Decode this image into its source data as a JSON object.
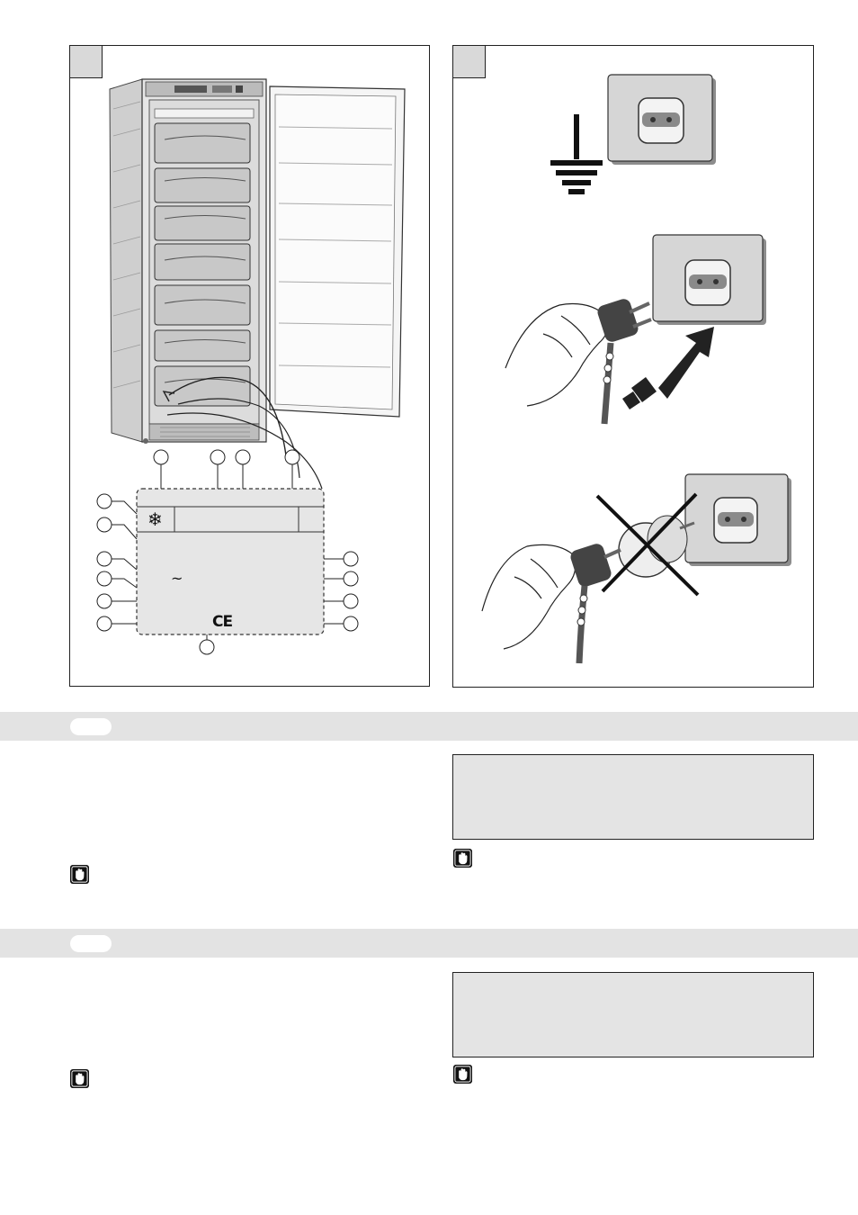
{
  "figure_left": {
    "rating_plate": {
      "snowflake_symbol": "❄",
      "tilde_symbol": "~",
      "ce_mark": "CE"
    },
    "callout_count_top": 4,
    "callout_count_left": 6,
    "callout_count_right": 4,
    "callout_count_bottom": 1
  },
  "icons": {
    "panel_a_label": "panel-label-icon",
    "panel_b_label": "panel-label-icon",
    "warning": "stop-hand-icon",
    "earth": "earth-ground-icon",
    "prohibited": "cross-out-icon"
  },
  "colors": {
    "section_band": "#e3e3e3",
    "note_box": "#e4e4e4",
    "panel_label": "#d9d9d9"
  }
}
